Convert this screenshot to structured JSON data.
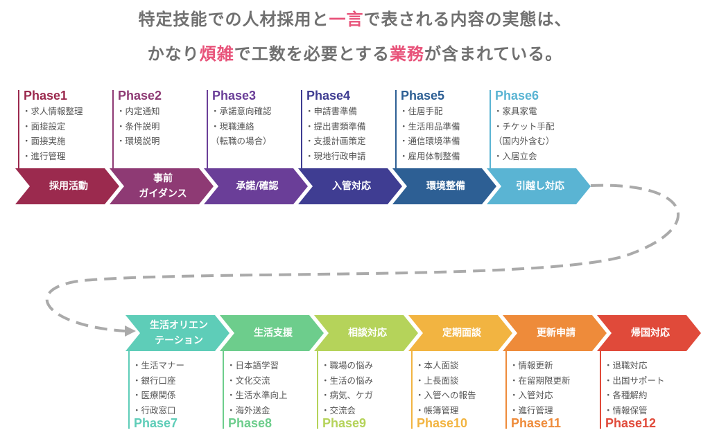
{
  "title": {
    "line1": [
      "特定技能での人材採用と",
      "一言",
      "で表される内容の実態は、"
    ],
    "line2": [
      "かなり",
      "煩雑",
      "で工数を必要とする",
      "業務",
      "が含まれている。"
    ]
  },
  "phases": [
    {
      "label": "Phase1",
      "stage": "採用活動",
      "color": "#9b2a4e",
      "items": [
        "・求人情報整理",
        "・面接設定",
        "・面接実施",
        "・進行管理"
      ]
    },
    {
      "label": "Phase2",
      "stage": "事前\nガイダンス",
      "color": "#8e3a74",
      "items": [
        "・内定通知",
        "・条件説明",
        "・環境説明"
      ]
    },
    {
      "label": "Phase3",
      "stage": "承諾/確認",
      "color": "#6a3e98",
      "items": [
        "・承諾意向確認",
        "・現職連絡",
        "（転職の場合）"
      ]
    },
    {
      "label": "Phase4",
      "stage": "入管対応",
      "color": "#3f3d92",
      "items": [
        "・申請書準備",
        "・提出書類準備",
        "・支援計画策定",
        "・現地行政申請"
      ]
    },
    {
      "label": "Phase5",
      "stage": "環境整備",
      "color": "#2d5f94",
      "items": [
        "・住居手配",
        "・生活用品準備",
        "・通信環境準備",
        "・雇用体制整備"
      ]
    },
    {
      "label": "Phase6",
      "stage": "引越し対応",
      "color": "#5ab4d3",
      "items": [
        "・家具家電",
        "・チケット手配",
        "（国内外含む）",
        "・入居立会"
      ]
    },
    {
      "label": "Phase7",
      "stage": "生活オリエン\nテーション",
      "color": "#5ecdb8",
      "items": [
        "・生活マナー",
        "・銀行口座",
        "・医療関係",
        "・行政窓口"
      ]
    },
    {
      "label": "Phase8",
      "stage": "生活支援",
      "color": "#6dcd8c",
      "items": [
        "・日本語学習",
        "・文化交流",
        "・生活水準向上",
        "・海外送金"
      ]
    },
    {
      "label": "Phase9",
      "stage": "相談対応",
      "color": "#b5d35a",
      "items": [
        "・職場の悩み",
        "・生活の悩み",
        "・病気、ケガ",
        "・交流会"
      ]
    },
    {
      "label": "Phase10",
      "stage": "定期面談",
      "color": "#f2b441",
      "items": [
        "・本人面談",
        "・上長面談",
        "・入管への報告",
        "・帳簿管理"
      ]
    },
    {
      "label": "Phase11",
      "stage": "更新申請",
      "color": "#ee8b3a",
      "items": [
        "・情報更新",
        "・在留期限更新",
        "・入管対応",
        "・進行管理"
      ]
    },
    {
      "label": "Phase12",
      "stage": "帰国対応",
      "color": "#e04a3a",
      "items": [
        "・退職対応",
        "・出国サポート",
        "・各種解約",
        "・情報保管"
      ]
    }
  ]
}
